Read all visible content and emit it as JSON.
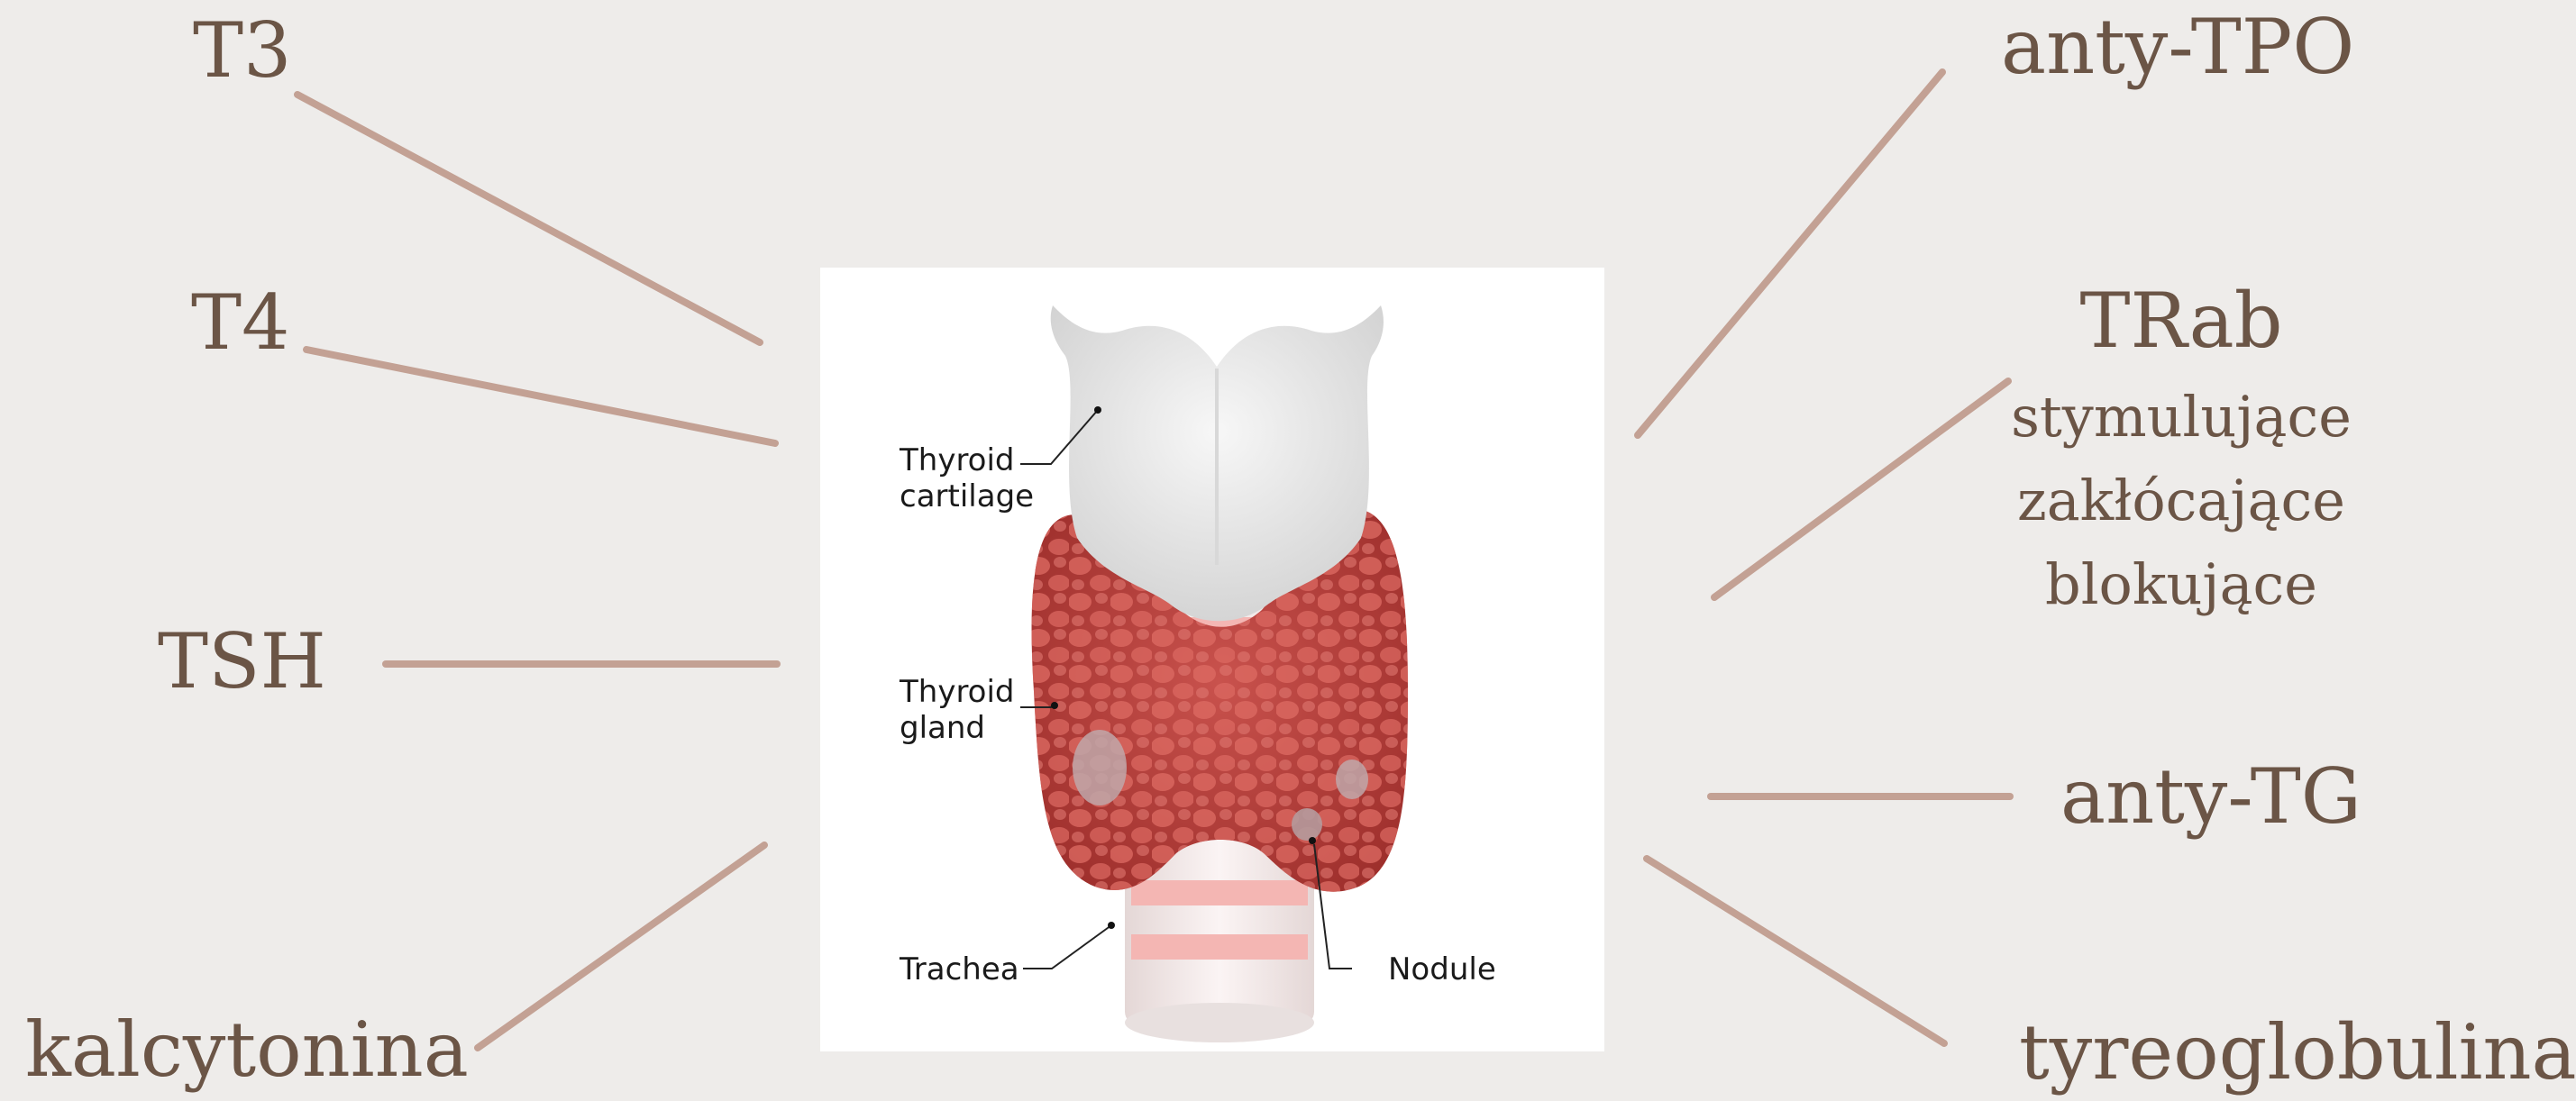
{
  "labels_left": {
    "t3": "T3",
    "t4": "T4",
    "tsh": "TSH",
    "kalcytonina": "kalcytonina"
  },
  "labels_right": {
    "anty_tpo": "anty-TPO",
    "trab": "TRab",
    "trab_types": [
      "stymulujące",
      "zakłócające",
      "blokujące"
    ],
    "anty_tg": "anty-TG",
    "tyreoglobulina": "tyreoglobulina"
  },
  "figure": {
    "thyroid_cartilage": [
      "Thyroid",
      "cartilage"
    ],
    "thyroid_gland": [
      "Thyroid",
      "gland"
    ],
    "trachea": "Trachea",
    "nodule": "Nodule"
  },
  "colors": {
    "background": "#eeecea",
    "text": "#6b5546",
    "connector": "#c3a194",
    "gland": "#b8403c",
    "cartilage": "#e9e9e9"
  }
}
